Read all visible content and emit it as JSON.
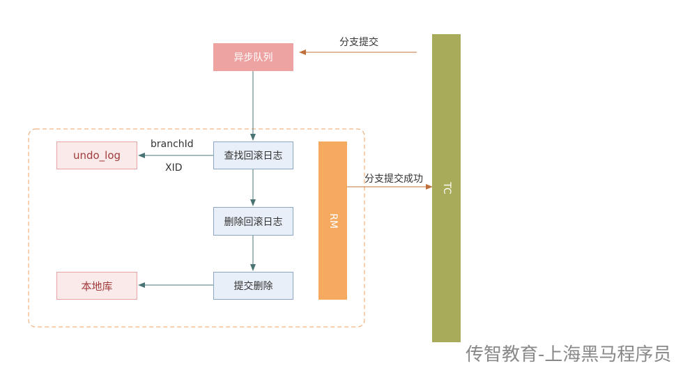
{
  "nodes": {
    "async_queue": "异步队列",
    "find_undo": "查找回滚日志",
    "delete_undo": "删除回滚日志",
    "commit_delete": "提交删除",
    "undo_log": "undo_log",
    "local_db": "本地库",
    "rm": "RM",
    "tc": "TC"
  },
  "edges": {
    "branch_commit": "分支提交",
    "branch_commit_success": "分支提交成功",
    "branch_id": "branchId",
    "xid": "XID"
  },
  "watermark": "传智教育-上海黑马程序员",
  "colors": {
    "queue_fill": "#eea3a3",
    "rm_fill": "#f5aa60",
    "tc_fill": "#a8ac5a",
    "arrow_orange": "#c0703a",
    "arrow_teal": "#4a7373"
  }
}
